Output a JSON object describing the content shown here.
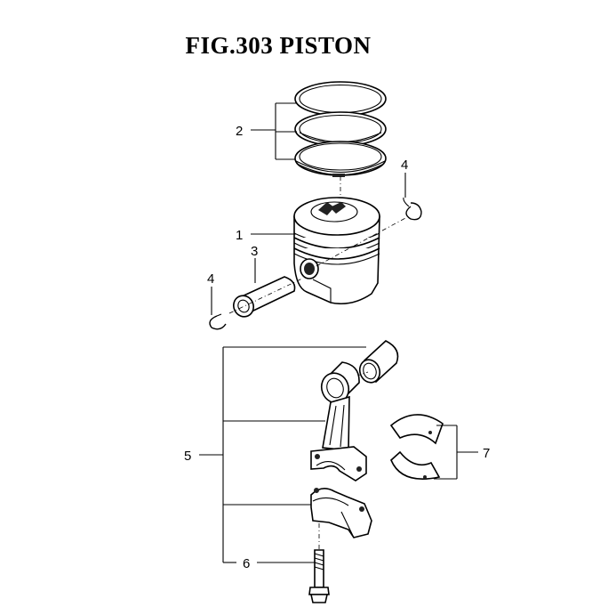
{
  "figure": {
    "title": "FIG.303  PISTON"
  },
  "callouts": [
    {
      "number": "1",
      "part": "piston"
    },
    {
      "number": "2",
      "part": "piston-rings"
    },
    {
      "number": "3",
      "part": "piston-pin"
    },
    {
      "number": "4",
      "part": "snap-ring"
    },
    {
      "number": "4",
      "part": "snap-ring"
    },
    {
      "number": "5",
      "part": "connecting-rod-assembly"
    },
    {
      "number": "6",
      "part": "connecting-rod-bolt"
    },
    {
      "number": "7",
      "part": "connecting-rod-bearing"
    }
  ]
}
